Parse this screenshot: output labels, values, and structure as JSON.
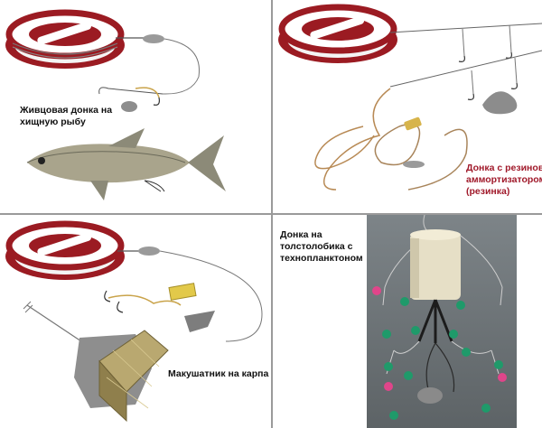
{
  "panels": [
    {
      "caption_lines": [
        "Живцовая донка на",
        "хищную рыбу"
      ]
    },
    {
      "caption_lines": [
        "Донка с резинов",
        "аммортизатором",
        "(резинка)"
      ]
    },
    {
      "caption_lines": [
        "Макушатник на карпа"
      ]
    },
    {
      "caption_lines": [
        "Донка на",
        "толстолобика с",
        "технопланктоном"
      ]
    }
  ],
  "colors": {
    "reel_red": "#9b1b22",
    "caption_red": "#a0192a",
    "photo_bg": "#6a7073",
    "bead_green": "#1f9a6a",
    "bead_pink": "#e0458a"
  },
  "icons": [
    "fishing-reel-icon",
    "fish-icon",
    "sinker-icon",
    "hook-icon",
    "feeder-icon"
  ]
}
